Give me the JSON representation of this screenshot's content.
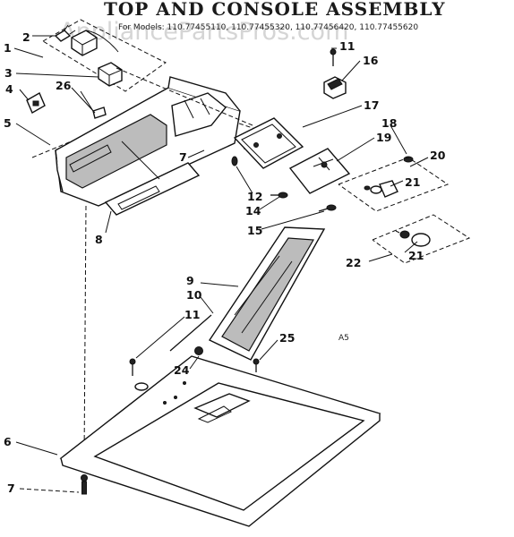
{
  "title": "TOP AND CONSOLE ASSEMBLY",
  "subtitle": "For Models: 110.77455110, 110.77455320, 110.77456420, 110.77455620",
  "watermark": "AppliancePartsPros.com",
  "corner_code": "A5",
  "colors": {
    "line": "#111111",
    "panel_fill": "#bcbcbc",
    "watermark": "#c8c8c8"
  },
  "callouts": [
    {
      "id": "c1",
      "text": "1"
    },
    {
      "id": "c2",
      "text": "2"
    },
    {
      "id": "c3",
      "text": "3"
    },
    {
      "id": "c4",
      "text": "4"
    },
    {
      "id": "c5",
      "text": "5"
    },
    {
      "id": "c6",
      "text": "6"
    },
    {
      "id": "c7a",
      "text": "7"
    },
    {
      "id": "c7b",
      "text": "7"
    },
    {
      "id": "c8",
      "text": "8"
    },
    {
      "id": "c9",
      "text": "9"
    },
    {
      "id": "c10",
      "text": "10"
    },
    {
      "id": "c11a",
      "text": "11"
    },
    {
      "id": "c11b",
      "text": "11"
    },
    {
      "id": "c12",
      "text": "12"
    },
    {
      "id": "c14",
      "text": "14"
    },
    {
      "id": "c15",
      "text": "15"
    },
    {
      "id": "c16",
      "text": "16"
    },
    {
      "id": "c17",
      "text": "17"
    },
    {
      "id": "c18",
      "text": "18"
    },
    {
      "id": "c19",
      "text": "19"
    },
    {
      "id": "c20",
      "text": "20"
    },
    {
      "id": "c21a",
      "text": "21"
    },
    {
      "id": "c21b",
      "text": "21"
    },
    {
      "id": "c22",
      "text": "22"
    },
    {
      "id": "c24",
      "text": "24"
    },
    {
      "id": "c25",
      "text": "25"
    },
    {
      "id": "c26",
      "text": "26"
    }
  ]
}
